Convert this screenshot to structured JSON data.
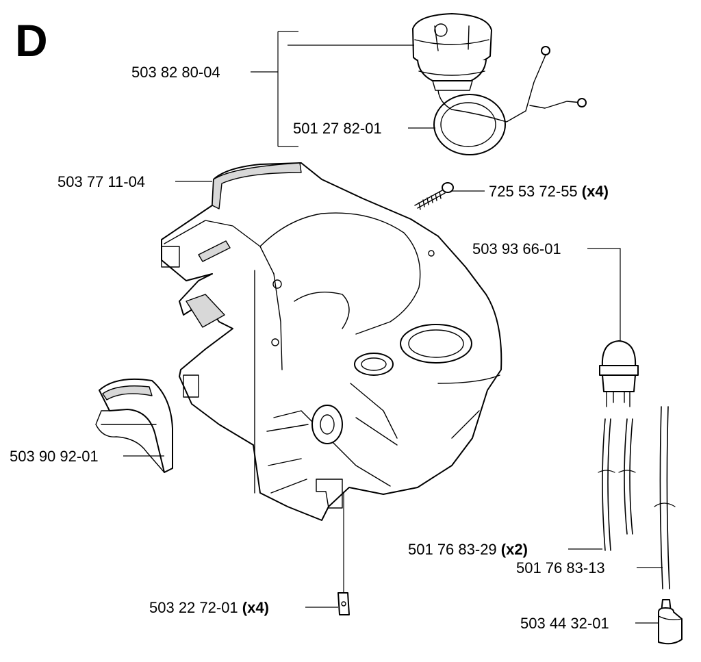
{
  "section": "D",
  "labels": {
    "cap_assembly": "503 82 80-04",
    "cap_oring": "501 27 82-01",
    "tank_cover": "503 77 11-04",
    "screw": "725 53 72-55",
    "screw_qty": "(x4)",
    "primer_bulb": "503 93 66-01",
    "bracket": "503 90 92-01",
    "fuel_hose_pair": "501 76 83-29",
    "fuel_hose_pair_qty": "(x2)",
    "fuel_hose": "501 76 83-13",
    "clip": "503 22 72-01",
    "clip_qty": "(x4)",
    "fuel_filter": "503 44 32-01"
  }
}
